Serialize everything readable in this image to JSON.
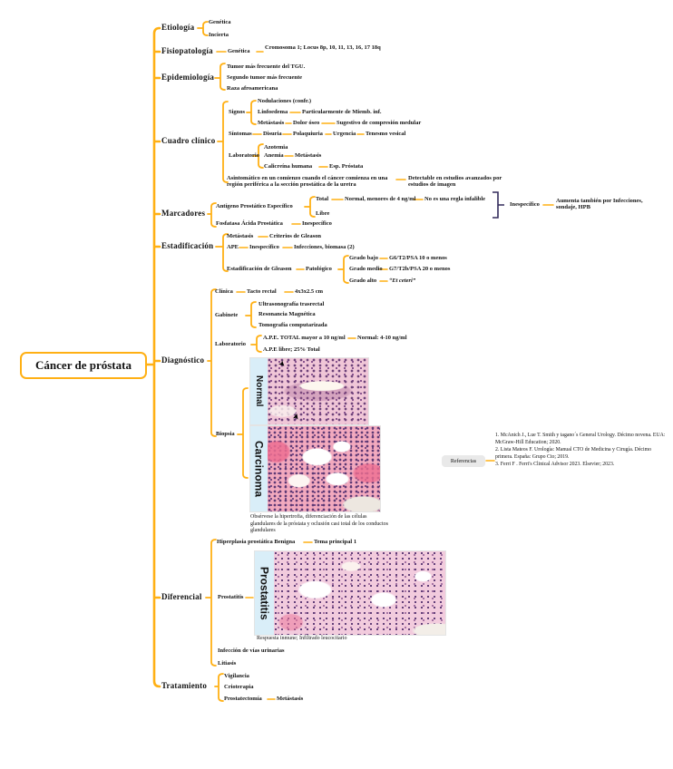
{
  "colors": {
    "connector": "#FFB014",
    "bracket": "#332B5C",
    "strip_blue": "#D9EEF8",
    "refs_gray": "#E9E9E9"
  },
  "root": {
    "label": "Cáncer de próstata"
  },
  "etiologia": {
    "label": "Etiología",
    "genetica": "Genética",
    "incierta": "Incierta"
  },
  "fisiopatologia": {
    "label": "Fisiopatología",
    "genetica": "Genética",
    "cromosoma": "Cromosoma 1; Locus 8p, 10, 11, 13, 16, 17 18q"
  },
  "epidemiologia": {
    "label": "Epidemiología",
    "tumor": "Tumor más frecuente del TGU.",
    "segundo": "Segundo tumor más frecuente",
    "raza": "Raza afroamericana"
  },
  "cuadro": {
    "label": "Cuadro clínico",
    "signos": {
      "label": "Signos",
      "nodulaciones": "Nodulaciones (confr.)",
      "linfoedema": "Linfoedema",
      "linfoedema_det": "Particularmente de Miemb. inf.",
      "metastasis": "Metástasis",
      "dolor": "Dolor óseo",
      "sugestivo": "Sugestivo de compresión medular"
    },
    "sintomas": {
      "label": "Síntomas",
      "disuria": "Disuria",
      "polaquiuria": "Polaquiuria",
      "urgencia": "Urgencia",
      "tenesmo": "Tenesmo vesical"
    },
    "laboratorio": {
      "label": "Laboratorio",
      "azotemia": "Azotemia",
      "anemia": "Anemia",
      "anemia_det": "Metástasis",
      "calicreina": "Calicreína humana",
      "calicreina_det": "Esp. Próstata"
    },
    "asintomatico": "Asintomático en un comienzo cuando el cáncer comienza en una región periférica a la sección prostática de la uretra",
    "detectable": "Detectable en estudios avanzados por estudios de imagen"
  },
  "marcadores": {
    "label": "Marcadores",
    "ape": {
      "label": "Antígeno Prostático Específico",
      "total": "Total",
      "total_normal": "Normal, menores de 4 ng/ml",
      "total_nota": "No es una regla infalible",
      "libre": "Libre",
      "inespecifico": "Inespecífico",
      "inespecifico_det": "Aumenta también por Infecciones, sondaje, HPB"
    },
    "fosfatasa": {
      "label": "Fosfatasa Ácida Prostática",
      "det": "Inespecífico"
    }
  },
  "estadificacion": {
    "label": "Estadificación",
    "metastasis": "Metástasis",
    "criterios": "Criterios de Gleason",
    "ape": "APE",
    "ape_inespecifico": "Inespecífico",
    "ape_det": "Infecciones, biomasa (2)",
    "gleason": {
      "label": "Estadificación de Gleason",
      "patologico": "Patológico",
      "bajo": "Grado bajo",
      "bajo_det": "G6/T2/PSA 10 o menos",
      "medio": "Grado medio",
      "medio_det": "G7/T2b/PSA 20 o menos",
      "alto": "Grado alto",
      "alto_det": "“Et ceteri”"
    }
  },
  "diagnostico": {
    "label": "Diagnóstico",
    "clinica": {
      "label": "Clínica",
      "tacto": "Tacto rectal",
      "medida": "4x3x2.5 cm"
    },
    "gabinete": {
      "label": "Gabinete",
      "us": "Ultrasonografía trasrectal",
      "rm": "Resonancia Magnética",
      "tc": "Tomografía computarizada"
    },
    "laboratorio": {
      "label": "Laboratorio",
      "ape_total": "A.P.E. TOTAL mayor a 10 ng/ml",
      "ape_total_det": "Normal: 4-10 ng/ml",
      "ape_libre": "A.P.E libre; 25% Total"
    },
    "biopsia": {
      "label": "Biopsia",
      "normal": "Normal",
      "carcinoma": "Carcinoma",
      "caption": "Obsérvese la hipertrofia, diferenciación de las células glandulares de la próstata y oclusión casi total de los conductos glandulares"
    }
  },
  "referencias": {
    "label": "Referencias",
    "items": [
      "1.  McAnich J., Lue T. Smith y tagano´s General Urology. Décimo novena. EUA: McGraw-Hill Education; 2020.",
      "2.  Lista Mateos F. Urología: Manual CTO de Medicina y Cirugía. Décimo primera. España: Grupo Cto; 2019.",
      "3.  Ferri F . Ferri's Clinical Advisor 2023. Elsevier; 2023."
    ]
  },
  "diferencial": {
    "label": "Diferencial",
    "hpb": "Hiperplasia prostática Benigna",
    "hpb_det": "Tema principal 1",
    "prostatitis": "Prostatitis",
    "prostatitis_img": "Prostatitis",
    "prostatitis_caption": "Respuesta inmune; Infiltrado leucocitario",
    "ivu": "Infección de vías urinarias",
    "litiasis": "Litiasis"
  },
  "tratamiento": {
    "label": "Tratamiento",
    "vigilancia": "Vigilancia",
    "crioterapia": "Crioterapia",
    "prostatectomia": "Prostatectomía",
    "prostatectomia_det": "Metástasis"
  }
}
